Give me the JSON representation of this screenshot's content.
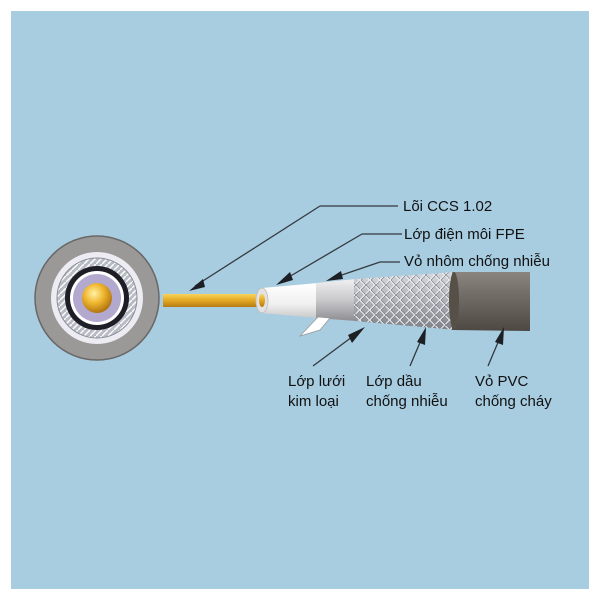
{
  "colors": {
    "background": "#a8cde1",
    "copper_core": "#e8b232",
    "dielectric": "#f4f4f4",
    "aluminum_foil": "#d2d2d4",
    "braid": "#b9bcc2",
    "pvc_jacket": "#6f6963",
    "leader_line": "#34393e"
  },
  "labels": {
    "core": "Lõi CCS 1.02",
    "dielectric": "Lớp điện môi FPE",
    "foil": "Vỏ nhôm chống nhiễu",
    "mesh_line1": "Lớp lưới",
    "mesh_line2": "kim loại",
    "shield_line1": "Lớp dầu",
    "shield_line2": "chống nhiễu",
    "jacket_line1": "Vỏ PVC",
    "jacket_line2": "chống cháy"
  }
}
